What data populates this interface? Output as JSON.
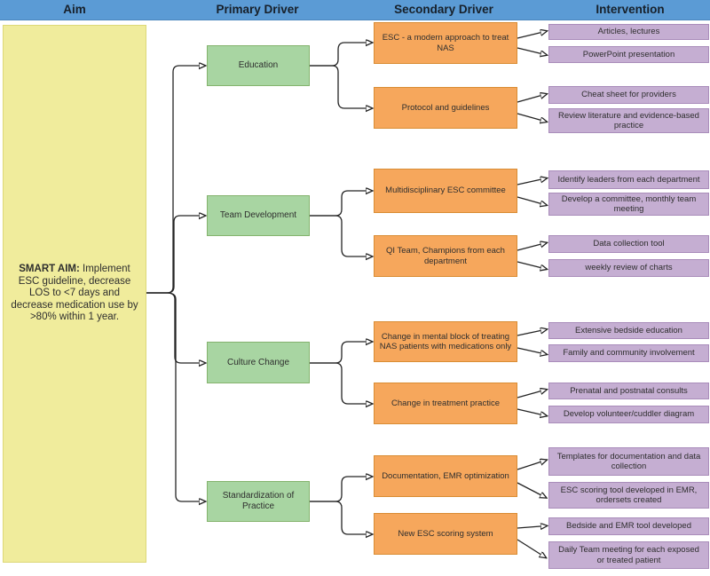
{
  "header": {
    "columns": [
      "Aim",
      "Primary Driver",
      "Secondary Driver",
      "Intervention"
    ]
  },
  "aim": {
    "bold": "SMART AIM:",
    "text": " Implement ESC guideline, decrease LOS to <7 days and decrease medication use by >80% within 1 year."
  },
  "nodes": {
    "primary": [
      "Education",
      "Team Development",
      "Culture Change",
      "Standardization of Practice"
    ],
    "secondary": [
      "ESC - a modern approach to treat NAS",
      "Protocol and guidelines",
      "Multidisciplinary ESC committee",
      "QI Team, Champions from each department",
      "Change in mental block of treating NAS patients with medications only",
      "Change in treatment practice",
      "Documentation, EMR optimization",
      "New ESC scoring system"
    ],
    "interventions": [
      "Articles, lectures",
      "PowerPoint presentation",
      "Cheat sheet for providers",
      "Review literature and evidence-based practice",
      "Identify leaders from each department",
      "Develop a committee, monthly team meeting",
      "Data collection tool",
      "weekly review of charts",
      "Extensive bedside education",
      "Family and community involvement",
      "Prenatal and postnatal consults",
      "Develop volunteer/cuddler diagram",
      "Templates for documentation and data collection",
      "ESC scoring tool developed in EMR, ordersets created",
      "Bedside and EMR tool developed",
      "Daily Team meeting for each exposed or treated patient"
    ]
  },
  "colors": {
    "header_bg": "#5b9bd5",
    "aim_fill": "#f0ec9c",
    "primary_fill": "#a8d5a2",
    "secondary_fill": "#f6a75c",
    "intervention_fill": "#c5aed2",
    "connector": "#242424"
  }
}
